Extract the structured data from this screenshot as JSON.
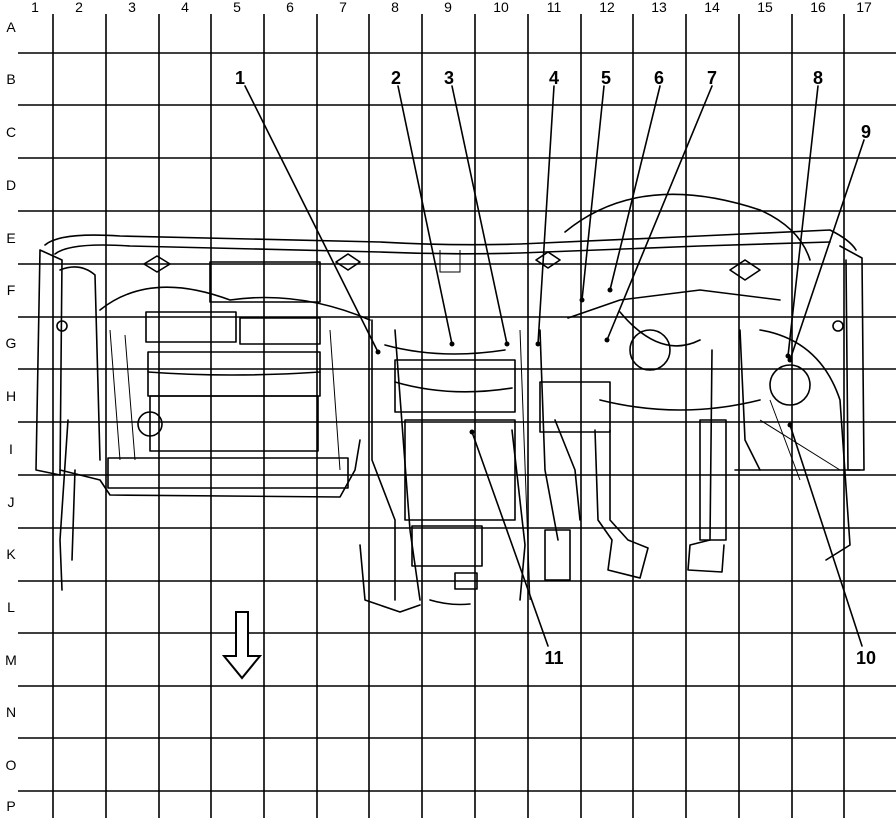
{
  "grid": {
    "columns": [
      "1",
      "2",
      "3",
      "4",
      "5",
      "6",
      "7",
      "8",
      "9",
      "10",
      "11",
      "12",
      "13",
      "14",
      "15",
      "16",
      "17"
    ],
    "rows": [
      "A",
      "B",
      "C",
      "D",
      "E",
      "F",
      "G",
      "H",
      "I",
      "J",
      "K",
      "L",
      "M",
      "N",
      "O",
      "P"
    ]
  },
  "callouts": [
    {
      "number": "1"
    },
    {
      "number": "2"
    },
    {
      "number": "3"
    },
    {
      "number": "4"
    },
    {
      "number": "5"
    },
    {
      "number": "6"
    },
    {
      "number": "7"
    },
    {
      "number": "8"
    },
    {
      "number": "9"
    },
    {
      "number": "10"
    },
    {
      "number": "11"
    }
  ],
  "orientation_arrow": {
    "direction": "down"
  }
}
